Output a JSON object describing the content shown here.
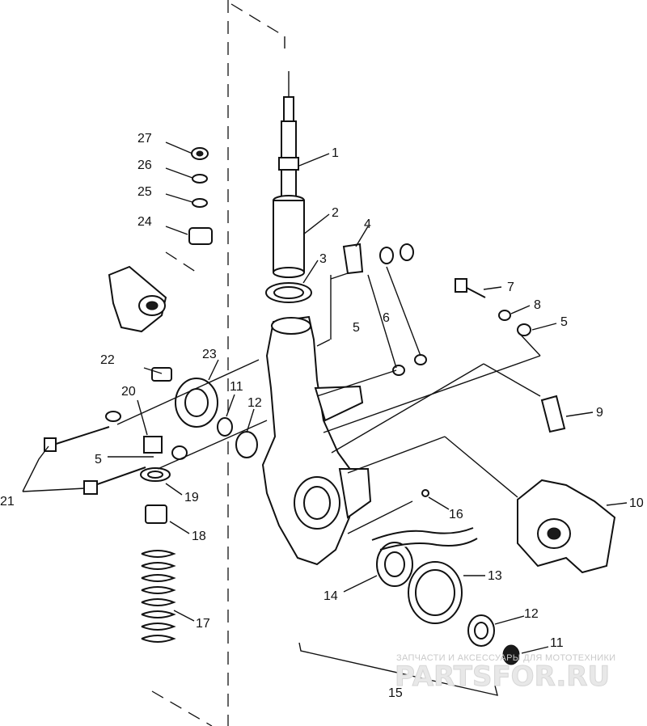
{
  "diagram": {
    "part_labels": [
      "1",
      "2",
      "3",
      "4",
      "5",
      "6",
      "7",
      "8",
      "5",
      "9",
      "10",
      "11",
      "12",
      "13",
      "12",
      "11",
      "14",
      "15",
      "16",
      "17",
      "18",
      "19",
      "5",
      "20",
      "21",
      "22",
      "23",
      "24",
      "25",
      "26",
      "27"
    ]
  },
  "watermark": {
    "line1": "ЗАПЧАСТИ И АКСЕССУАРЫ ДЛЯ МОТОТЕХНИКИ",
    "line2": "PARTSFOR.RU"
  }
}
